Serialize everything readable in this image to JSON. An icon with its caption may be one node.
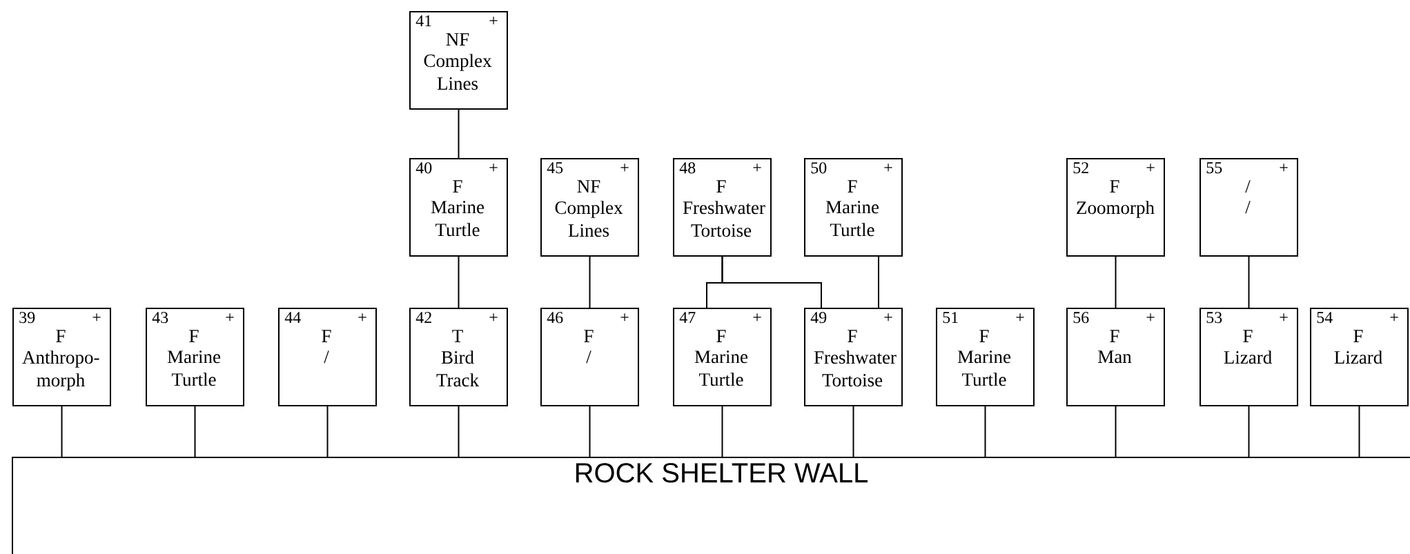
{
  "diagram": {
    "nodes": [
      {
        "text": [
          "41",
          "+",
          "NF",
          "Complex Lines"
        ]
      },
      {
        "text": [
          "40",
          "+",
          "F",
          "Marine Turtle"
        ]
      },
      {
        "text": [
          "45",
          "+",
          "NF",
          "Complex Lines"
        ]
      },
      {
        "text": [
          "48",
          "+",
          "F",
          "Freshwater Tortoise"
        ]
      },
      {
        "text": [
          "50",
          "+",
          "F",
          "Marine Turtle"
        ]
      },
      {
        "text": [
          "52",
          "+",
          "F",
          "Zoomorph"
        ]
      },
      {
        "text": [
          "55",
          "+",
          "/",
          "/"
        ]
      },
      {
        "text": [
          "39",
          "+",
          "F",
          "Anthropo- morph"
        ]
      },
      {
        "text": [
          "43",
          "+",
          "F",
          "Marine Turtle"
        ]
      },
      {
        "text": [
          "44",
          "+",
          "F",
          "/"
        ]
      },
      {
        "text": [
          "42",
          "+",
          "T",
          "Bird Track"
        ]
      },
      {
        "text": [
          "46",
          "+",
          "F",
          "/"
        ]
      },
      {
        "text": [
          "47",
          "+",
          "F",
          "Marine Turtle"
        ]
      },
      {
        "text": [
          "49",
          "+",
          "F",
          "Freshwater Tortoise"
        ]
      },
      {
        "text": [
          "51",
          "+",
          "F",
          "Marine Turtle"
        ]
      },
      {
        "text": [
          "56",
          "+",
          "F",
          "Man"
        ]
      },
      {
        "text": [
          "53",
          "+",
          "F",
          "Lizard"
        ]
      },
      {
        "text": [
          "54",
          "+",
          "F",
          "Lizard"
        ]
      },
      {
        "text": [
          "ROCK SHELTER WALL"
        ]
      }
    ],
    "edges": [
      {
        "from": 0,
        "to": 1,
        "arrow": "none"
      },
      {
        "from": 1,
        "to": 10,
        "arrow": "none"
      },
      {
        "from": 2,
        "to": 11,
        "arrow": "none"
      },
      {
        "from": 3,
        "to": 12,
        "arrow": "none"
      },
      {
        "from": 3,
        "to": 13,
        "arrow": "none"
      },
      {
        "from": 4,
        "to": 13,
        "arrow": "none"
      },
      {
        "from": 5,
        "to": 15,
        "arrow": "none"
      },
      {
        "from": 6,
        "to": 16,
        "arrow": "none"
      },
      {
        "from": 7,
        "to": 18,
        "arrow": "none"
      },
      {
        "from": 8,
        "to": 18,
        "arrow": "none"
      },
      {
        "from": 9,
        "to": 18,
        "arrow": "none"
      },
      {
        "from": 10,
        "to": 18,
        "arrow": "none"
      },
      {
        "from": 11,
        "to": 18,
        "arrow": "none"
      },
      {
        "from": 12,
        "to": 18,
        "arrow": "none"
      },
      {
        "from": 13,
        "to": 18,
        "arrow": "none"
      },
      {
        "from": 14,
        "to": 18,
        "arrow": "none"
      },
      {
        "from": 15,
        "to": 18,
        "arrow": "none"
      },
      {
        "from": 16,
        "to": 18,
        "arrow": "none"
      },
      {
        "from": 17,
        "to": 18,
        "arrow": "none"
      }
    ]
  }
}
